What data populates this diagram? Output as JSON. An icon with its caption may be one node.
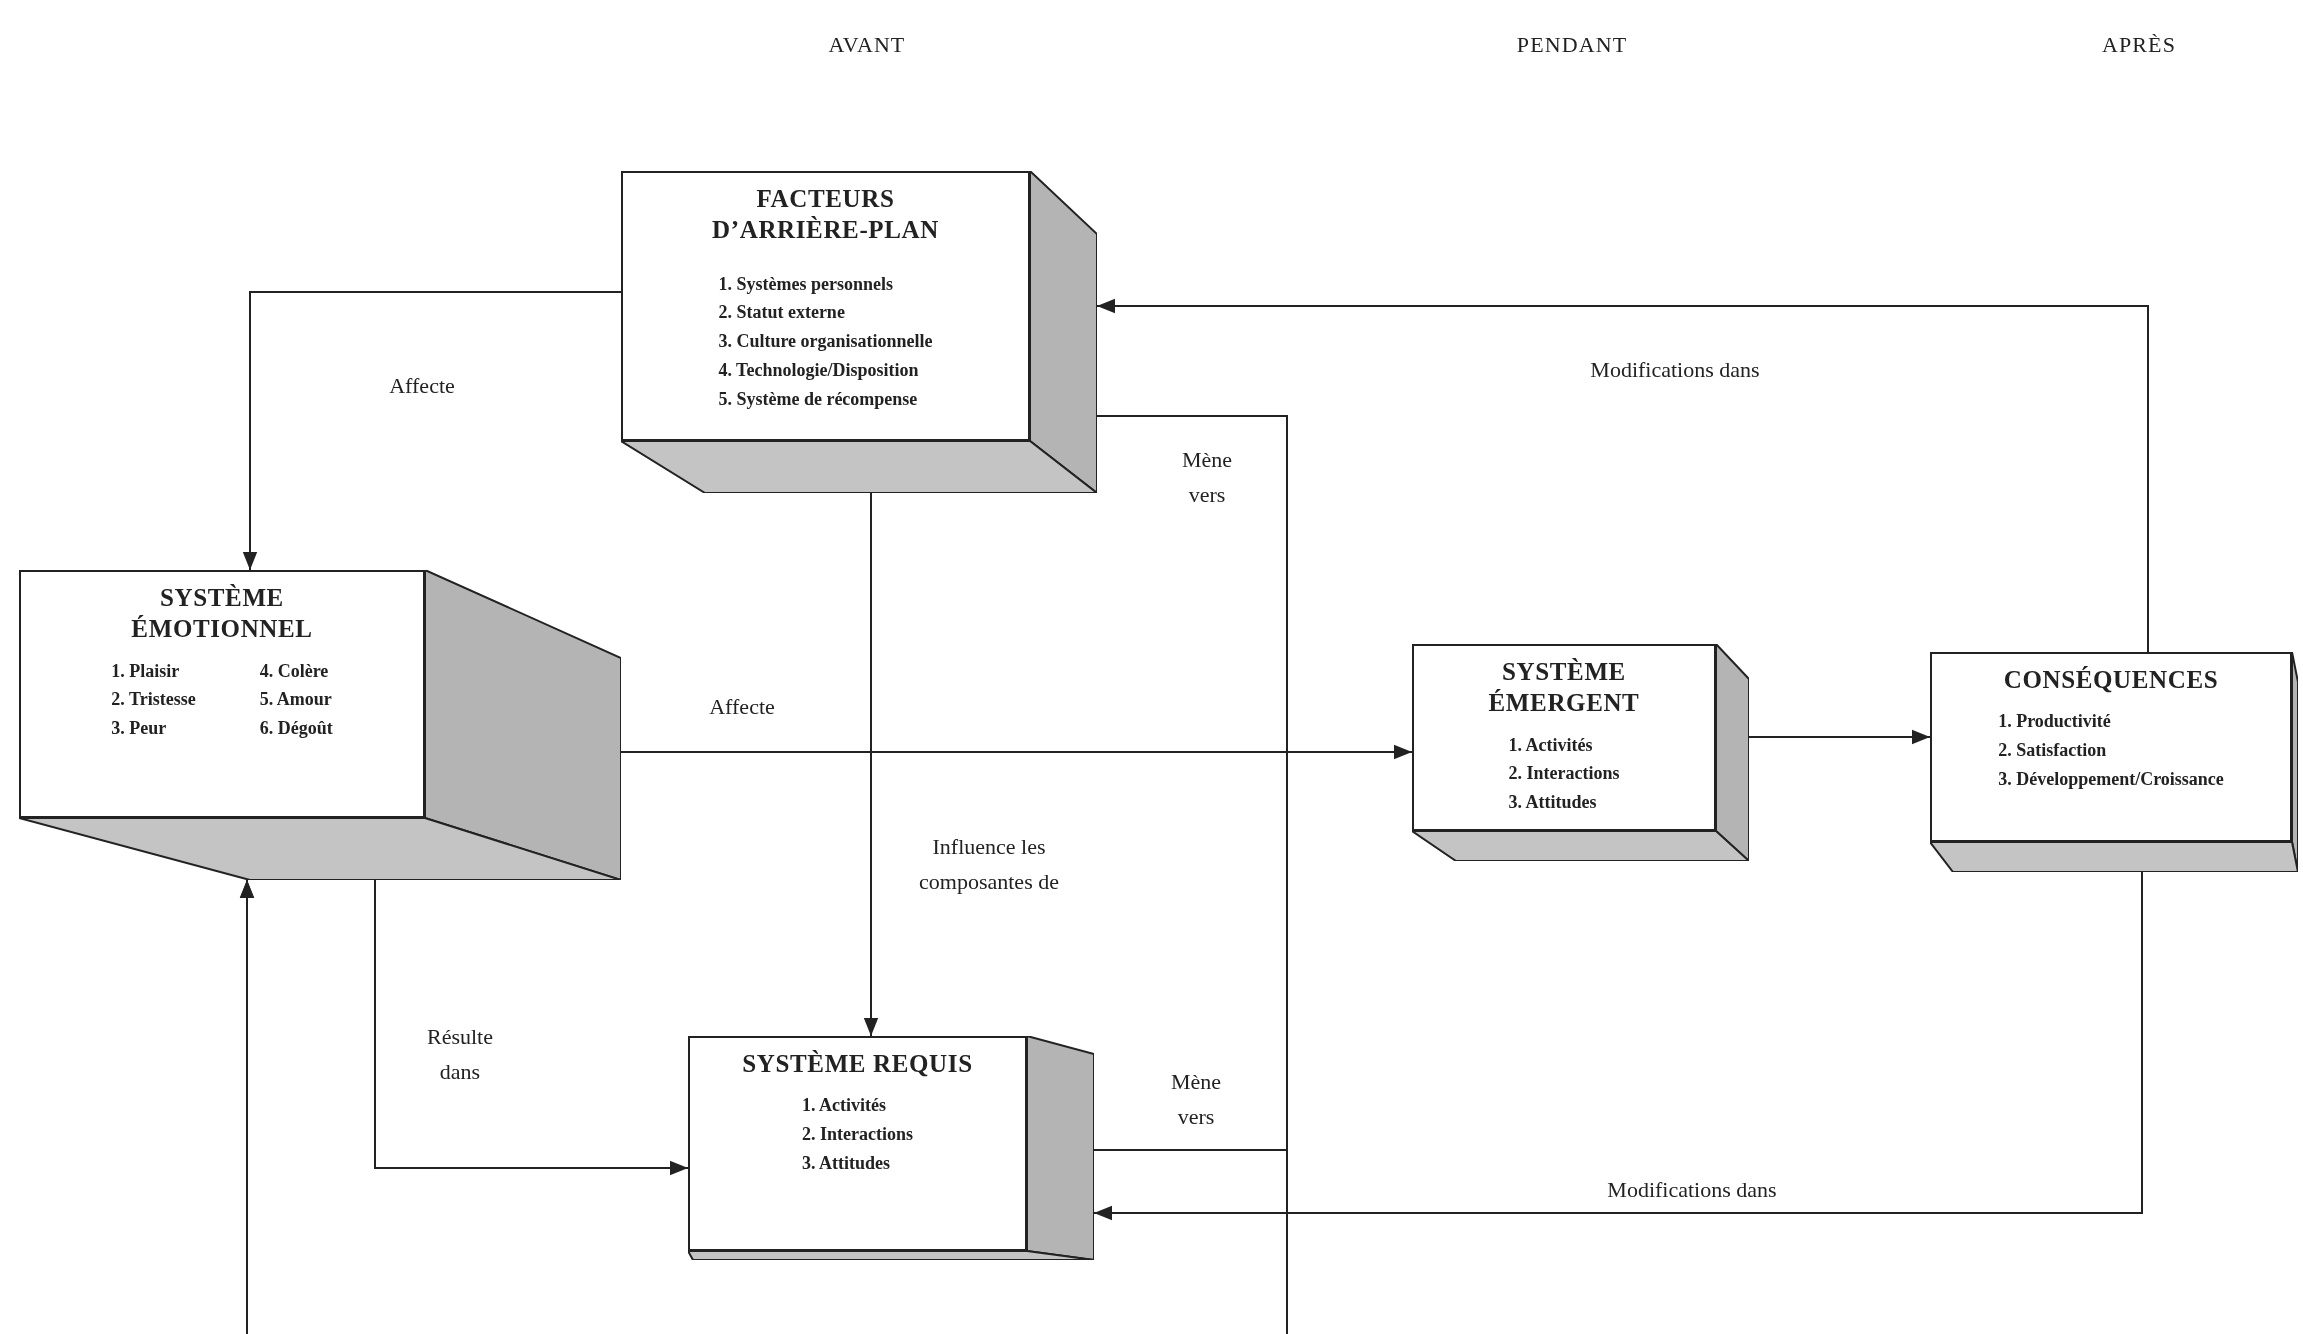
{
  "diagram": {
    "nodes": [
      {
        "text": [
          "FACTEURS D’ARRIÈRE-PLAN",
          "1. Systèmes personnels",
          "2. Statut externe",
          "3. Culture organisationnelle",
          "4. Technologie/Disposition",
          "5. Système de récompense"
        ]
      },
      {
        "text": [
          "SYSTÈME ÉMOTIONNEL",
          "1. Plaisir",
          "2. Tristesse",
          "3. Peur",
          "4. Colère",
          "5. Amour",
          "6. Dégoût"
        ]
      },
      {
        "text": [
          "SYSTÈME ÉMERGENT",
          "1. Activités",
          "2. Interactions",
          "3. Attitudes"
        ]
      },
      {
        "text": [
          "CONSÉQUENCES",
          "1. Productivité",
          "2. Satisfaction",
          "3. Développement/Croissance"
        ]
      },
      {
        "text": [
          "SYSTÈME REQUIS",
          "1. Activités",
          "2. Interactions",
          "3. Attitudes"
        ]
      }
    ],
    "edges": [
      {
        "from": 0,
        "to": 1,
        "arrow": "to",
        "label": "Affecte"
      },
      {
        "from": 0,
        "to": 4,
        "arrow": "to",
        "label": "Influence les composantes de"
      },
      {
        "from": 1,
        "to": 2,
        "arrow": "to",
        "label": "Affecte"
      },
      {
        "from": 1,
        "to": 4,
        "arrow": "to",
        "label": "Résulte dans"
      },
      {
        "from": 2,
        "to": 3,
        "arrow": "to"
      },
      {
        "from": 3,
        "to": 0,
        "arrow": "to",
        "label": "Modifications dans"
      },
      {
        "from": 3,
        "to": 4,
        "arrow": "to",
        "label": "Modifications dans"
      },
      {
        "from": 0,
        "to": 1,
        "arrow": "to",
        "label": "Mène vers"
      },
      {
        "from": 4,
        "to": 1,
        "arrow": "to",
        "label": "Mène vers"
      }
    ],
    "labels": [
      "AVANT",
      "PENDANT",
      "APRÈS"
    ]
  }
}
